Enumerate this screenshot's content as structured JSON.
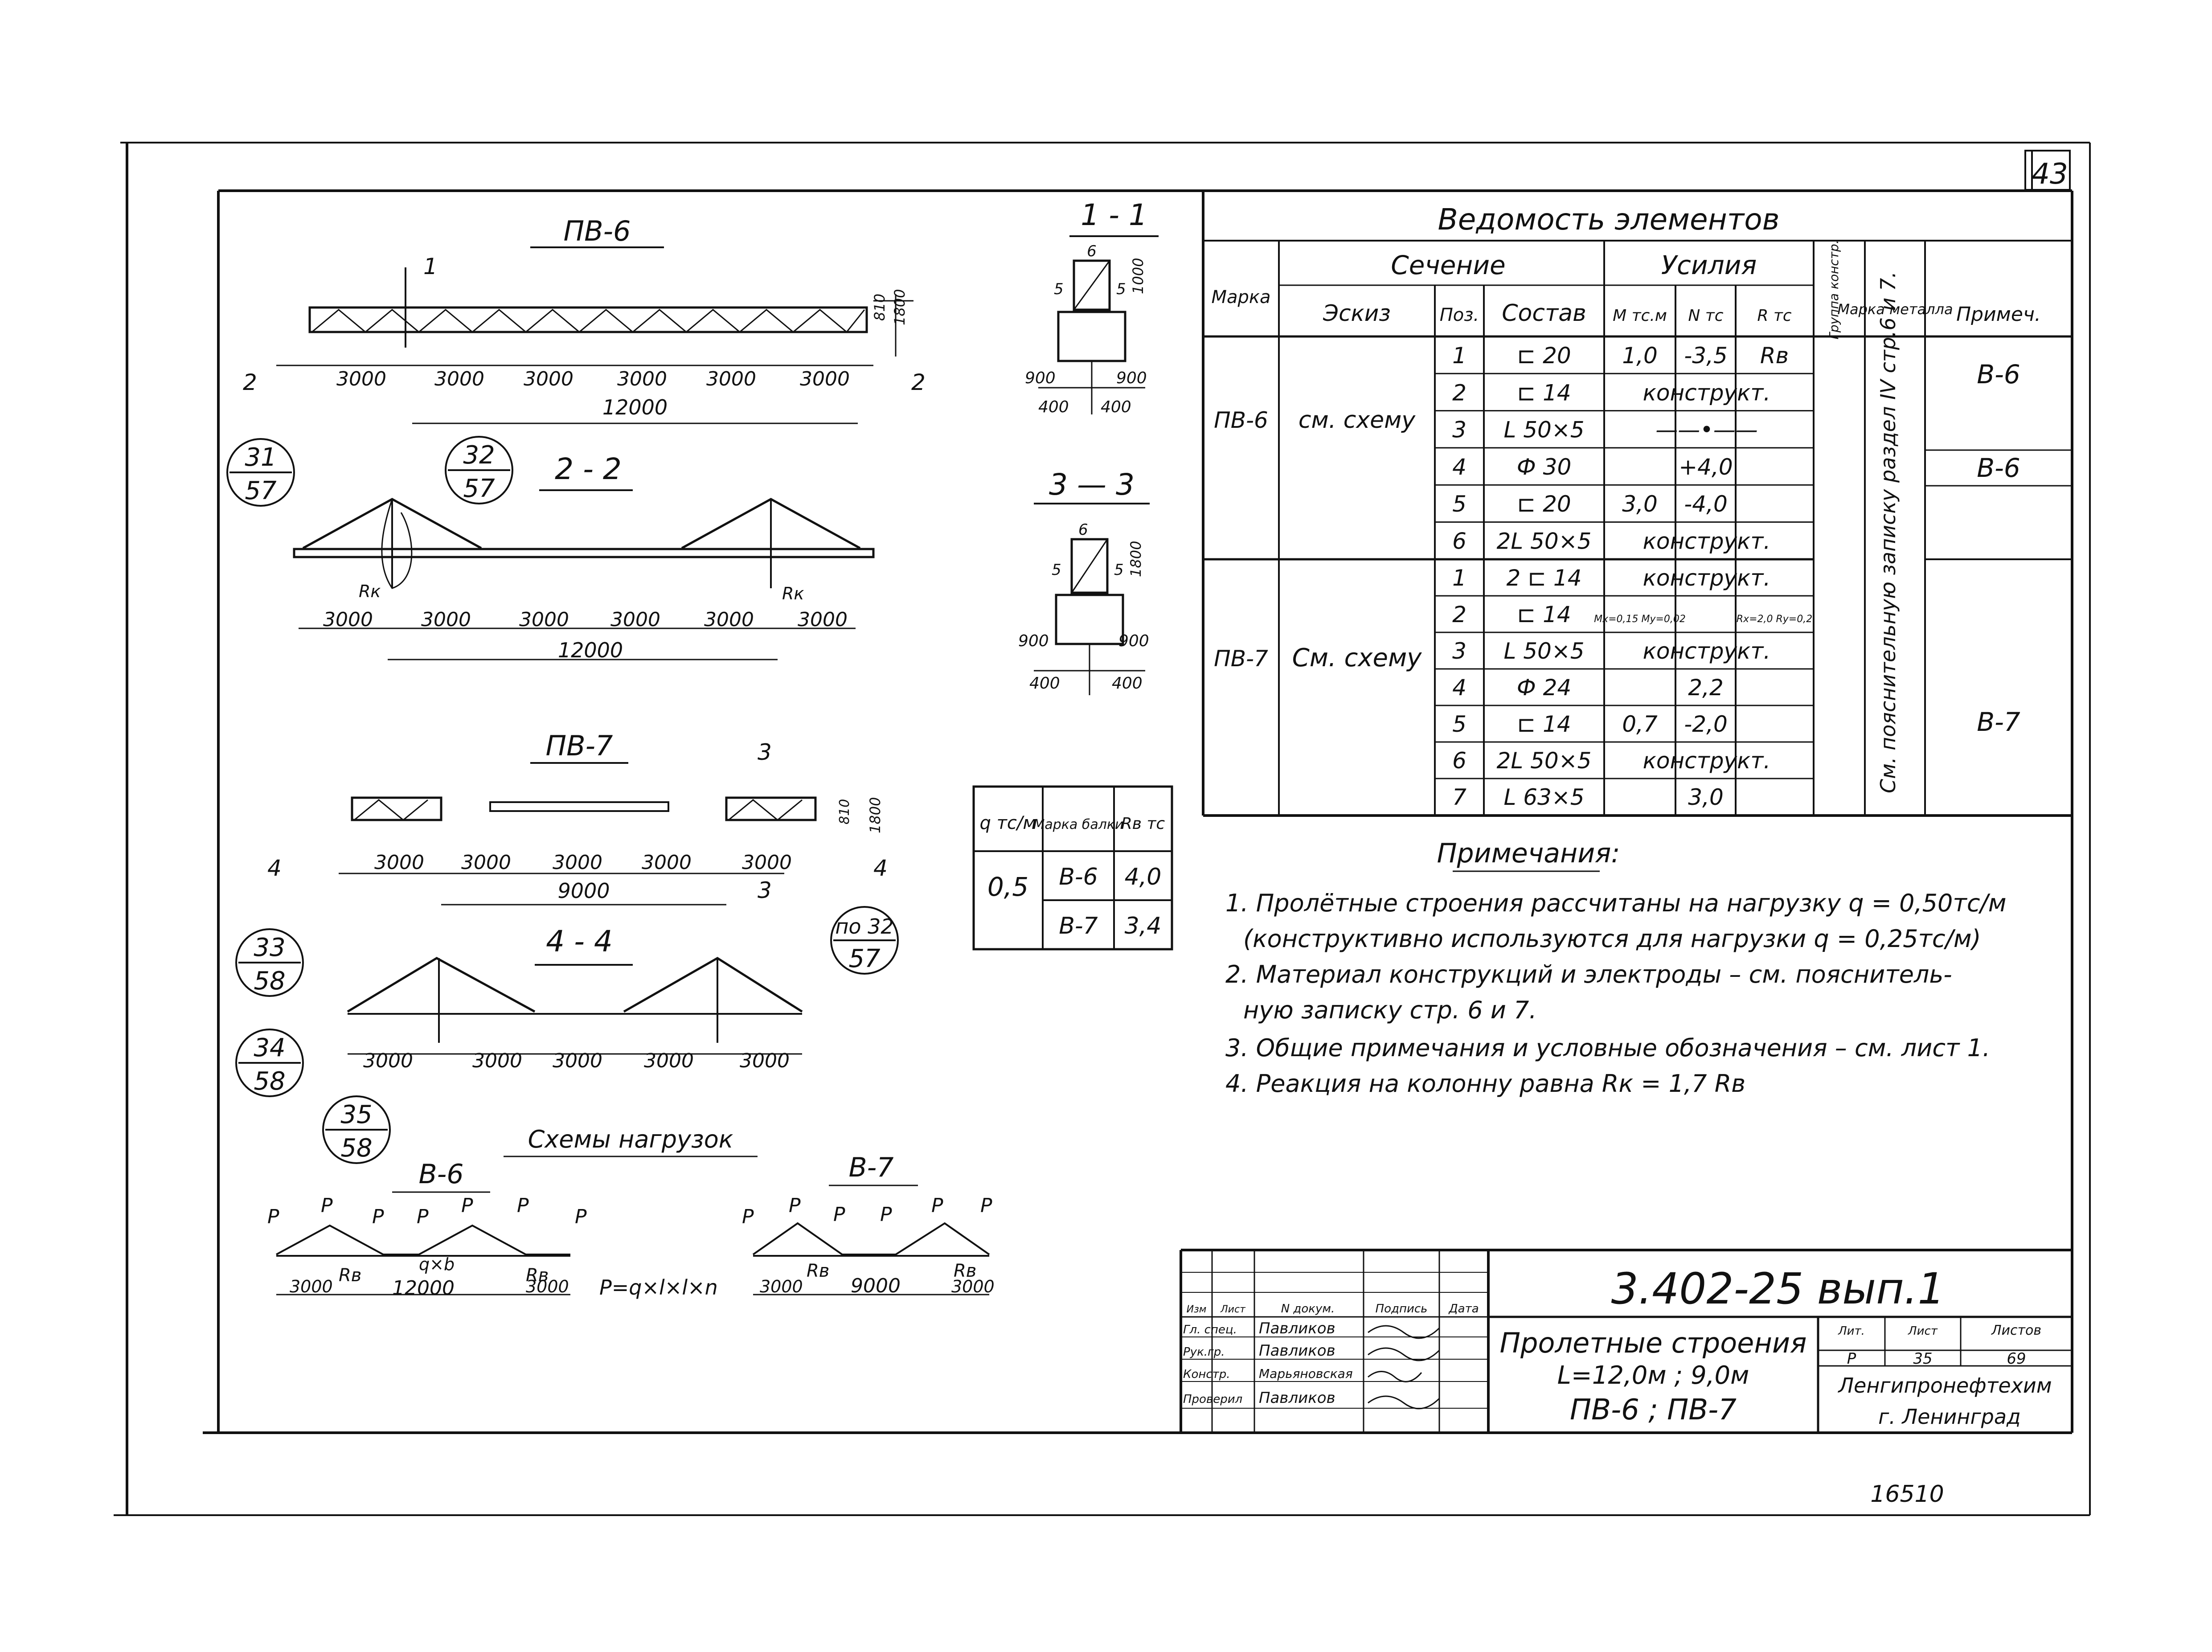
{
  "sheet_number": "43",
  "stamp_number": "16510",
  "drawing": {
    "pv6_title": "ПВ-6",
    "pv7_title": "ПВ-7",
    "section_1_1": "1 - 1",
    "section_2_2": "2 - 2",
    "section_3_3": "3 — 3",
    "section_4_4": "4 - 4",
    "cut_marks": [
      "1",
      "2",
      "3",
      "4"
    ],
    "dim_3000": "3000",
    "dim_12000": "12000",
    "dim_9000": "9000",
    "dim_1800": "1800",
    "dim_810": "810",
    "dim_1000": "1000",
    "dim_900": "900",
    "dim_400": "400",
    "dim_6": "6",
    "dim_5": "5",
    "rk": "Rк",
    "rv": "Rв",
    "p": "P",
    "callouts": [
      {
        "top": "31",
        "bottom": "57"
      },
      {
        "top": "32",
        "bottom": "57"
      },
      {
        "top": "33",
        "bottom": "58"
      },
      {
        "top": "34",
        "bottom": "58"
      },
      {
        "top": "35",
        "bottom": "58"
      },
      {
        "top": "по 32",
        "bottom": "57"
      }
    ],
    "load_schemes_title": "Схемы нагрузок",
    "scheme_v6": "В-6",
    "scheme_v7": "В-7",
    "formula": "P=q×l×l×n",
    "qxb": "q×b"
  },
  "small_table": {
    "headers": [
      "q тс/м",
      "Марка балки",
      "Rв тс"
    ],
    "q_value": "0,5",
    "rows": [
      [
        "В-6",
        "4,0"
      ],
      [
        "В-7",
        "3,4"
      ]
    ]
  },
  "elements_table": {
    "title": "Ведомость элементов",
    "col_marka": "Марка",
    "col_section": "Сечение",
    "col_sketch": "Эскиз",
    "col_pos": "Поз.",
    "col_composition": "Состав",
    "col_forces": "Усилия",
    "col_m": "M тс.м",
    "col_n": "N тс",
    "col_r": "R тс",
    "col_group": "Группа констр.",
    "col_steel": "Марка металла",
    "col_note": "Примеч.",
    "steel_note": "См. пояснительную записку раздел IV стр.6 и 7.",
    "groups": [
      {
        "mark": "ПВ-6",
        "sketch": "см. схему",
        "rows": [
          {
            "pos": "1",
            "comp": "⊏ 20",
            "m": "1,0",
            "n": "-3,5",
            "r": "Rв",
            "span": ""
          },
          {
            "pos": "2",
            "comp": "⊏ 14",
            "m": "",
            "n": "",
            "r": "",
            "span": "конструкт."
          },
          {
            "pos": "3",
            "comp": "L 50×5",
            "m": "",
            "n": "",
            "r": "",
            "span": "——•——"
          },
          {
            "pos": "4",
            "comp": "Ф 30",
            "m": "",
            "n": "+4,0",
            "r": "",
            "span": ""
          },
          {
            "pos": "5",
            "comp": "⊏ 20",
            "m": "3,0",
            "n": "-4,0",
            "r": "",
            "span": ""
          },
          {
            "pos": "6",
            "comp": "2L 50×5",
            "m": "",
            "n": "",
            "r": "",
            "span": "конструкт."
          }
        ],
        "notes": [
          "В-6",
          "В-6"
        ]
      },
      {
        "mark": "ПВ-7",
        "sketch": "См. схему",
        "rows": [
          {
            "pos": "1",
            "comp": "2 ⊏ 14",
            "m": "",
            "n": "",
            "r": "",
            "span": "конструкт."
          },
          {
            "pos": "2",
            "comp": "⊏ 14",
            "m": "Mx=0,15 My=0,02",
            "n": "",
            "r": "Rx=2,0 Ry=0,2",
            "span": ""
          },
          {
            "pos": "3",
            "comp": "L 50×5",
            "m": "",
            "n": "",
            "r": "",
            "span": "конструкт."
          },
          {
            "pos": "4",
            "comp": "Ф 24",
            "m": "",
            "n": "2,2",
            "r": "",
            "span": ""
          },
          {
            "pos": "5",
            "comp": "⊏ 14",
            "m": "0,7",
            "n": "-2,0",
            "r": "",
            "span": ""
          },
          {
            "pos": "6",
            "comp": "2L 50×5",
            "m": "",
            "n": "",
            "r": "",
            "span": "конструкт."
          },
          {
            "pos": "7",
            "comp": "L 63×5",
            "m": "",
            "n": "3,0",
            "r": "",
            "span": ""
          }
        ],
        "notes": [
          "В-7"
        ]
      }
    ]
  },
  "notes": {
    "title": "Примечания:",
    "lines": [
      "1. Пролётные строения рассчитаны на нагрузку q = 0,50тс/м",
      "(конструктивно используются для нагрузки q = 0,25тс/м)",
      "2. Материал конструкций и электроды – см. поясни­тель-",
      "ную записку стр. 6 и 7.",
      "3. Общие примечания и условные обозначения – см. лист 1.",
      "4. Реакция на колонну равна Rк = 1,7 Rв"
    ]
  },
  "title_block": {
    "code": "3.402-25 вып.1",
    "name_line1": "Пролетные строения",
    "name_line2": "L=12,0м ; 9,0м",
    "name_line3": "ПВ-6 ; ПВ-7",
    "stage_header": "Лит.",
    "sheet_header": "Лист",
    "sheets_header": "Листов",
    "stage": "Р",
    "sheet": "35",
    "sheets": "69",
    "org": "Ленгипронефтехим",
    "city": "г. Ленинград",
    "head_cols": [
      "Изм",
      "Лист",
      "N докум.",
      "Подпись",
      "Дата"
    ],
    "roles": [
      {
        "role": "Гл. спец.",
        "name": "Павликов"
      },
      {
        "role": "Рук.гр.",
        "name": "Павликов"
      },
      {
        "role": "Констр.",
        "name": "Марьяновская"
      },
      {
        "role": "Проверил",
        "name": "Павликов"
      }
    ]
  }
}
